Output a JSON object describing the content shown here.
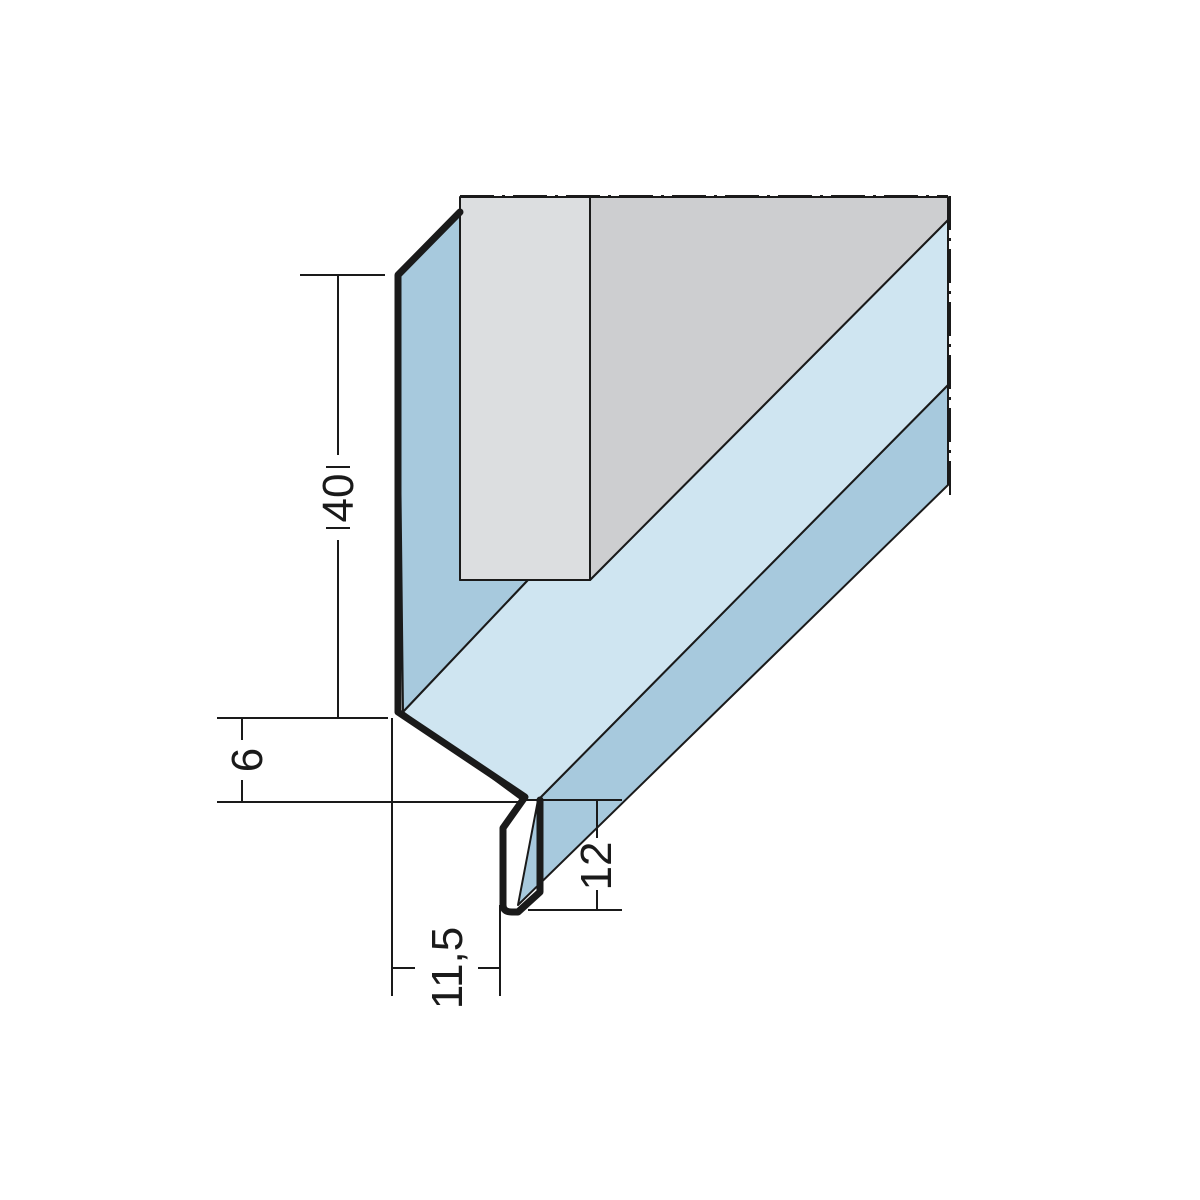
{
  "dimensions": {
    "upstand_height": "40",
    "drop": "6",
    "drip_height": "12",
    "setback": "11,5"
  },
  "colors": {
    "profile_face": "#a7c9dd",
    "profile_top": "#cfe5f1",
    "block_front": "#dcdee0",
    "block_side": "#cdced0",
    "outline": "#1a1a1a",
    "background": "#ffffff"
  }
}
